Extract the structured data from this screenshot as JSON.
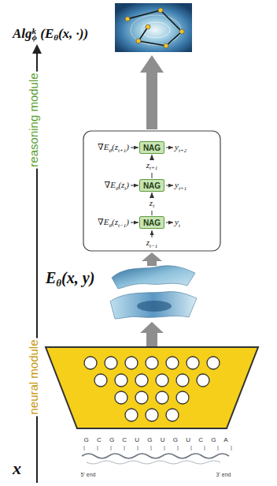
{
  "diagram": {
    "nodes": [
      {
        "text": [
          "NAG"
        ]
      },
      {
        "text": [
          "NAG"
        ]
      },
      {
        "text": [
          "NAG"
        ]
      }
    ],
    "edges": [
      {
        "from": 2,
        "to": 1,
        "arrow": "to"
      },
      {
        "from": 1,
        "to": 0,
        "arrow": "to"
      }
    ],
    "labels": [
      "Alg",
      "k",
      "ϕ",
      "(E",
      "θ",
      "(x, ·))",
      "reasoning module",
      "∇E",
      "θ",
      "(z",
      "t+1",
      ")",
      "y",
      "t+2",
      "z",
      "t+1",
      "∇E",
      "θ",
      "(z",
      "t",
      ")",
      "y",
      "t+1",
      "z",
      "t",
      "∇E",
      "θ",
      "(z",
      "t−1",
      ")",
      "y",
      "t",
      "z",
      "t−1",
      "E",
      "θ",
      "(x, y)",
      "neural module",
      "x",
      "G C G C U G U G U C G A",
      "5' end",
      "3' end"
    ]
  }
}
